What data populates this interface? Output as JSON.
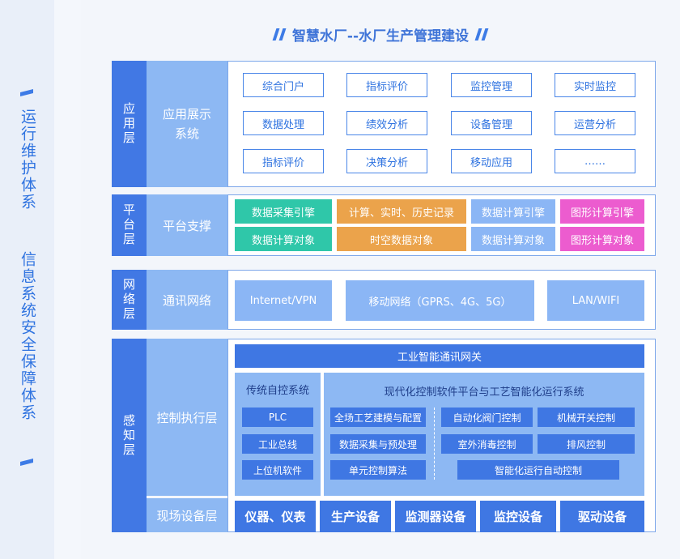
{
  "title": "智慧水厂--水厂生产管理建设",
  "left_labels": {
    "ops": "运行维护体系",
    "security": "信息系统安全保障体系"
  },
  "application": {
    "layer": "应用层",
    "sub_line1": "应用展示",
    "sub_line2": "系统",
    "items": [
      "综合门户",
      "指标评价",
      "监控管理",
      "实时监控",
      "数据处理",
      "绩效分析",
      "设备管理",
      "运营分析",
      "指标评价",
      "决策分析",
      "移动应用",
      "……"
    ]
  },
  "platform": {
    "layer": "平台层",
    "sub": "平台支撑",
    "row1": [
      "数据采集引擎",
      "计算、实时、历史记录",
      "数据计算引擎",
      "图形计算引擎"
    ],
    "row2": [
      "数据计算对象",
      "时空数据对象",
      "数据计算对象",
      "图形计算对象"
    ]
  },
  "network": {
    "layer": "网络层",
    "sub": "通讯网络",
    "items": [
      "Internet/VPN",
      "移动网络（GPRS、4G、5G）",
      "LAN/WIFI"
    ]
  },
  "perception": {
    "layer": "感知层",
    "sub_control": "控制执行层",
    "sub_field": "现场设备层",
    "gateway": "工业智能通讯网关",
    "traditional_title": "传统自控系统",
    "traditional_items": [
      "PLC",
      "工业总线",
      "上位机软件"
    ],
    "modern_title": "现代化控制软件平台与工艺智能化运行系统",
    "modern_left": [
      "全场工艺建模与配置",
      "数据采集与预处理",
      "单元控制算法"
    ],
    "modern_right": [
      "自动化阀门控制",
      "机械开关控制",
      "室外消毒控制",
      "排风控制",
      "智能化运行自动控制"
    ],
    "devices": [
      "仪器、仪表",
      "生产设备",
      "监测器设备",
      "监控设备",
      "驱动设备"
    ]
  }
}
